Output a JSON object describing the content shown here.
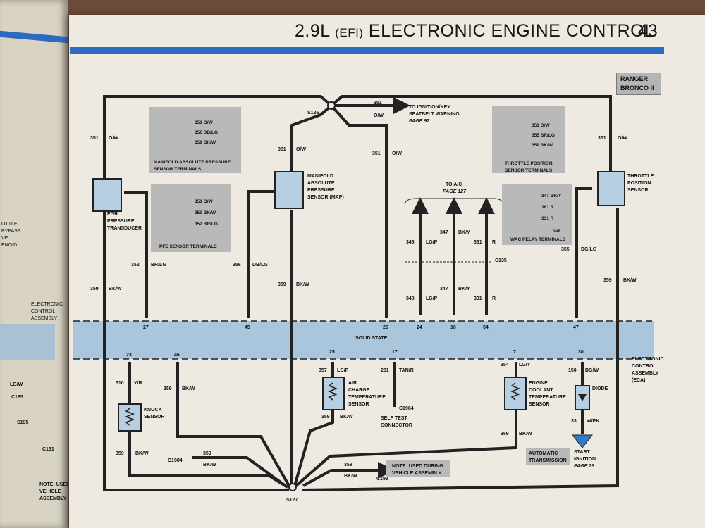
{
  "header": {
    "title_main": "2.9L",
    "title_efi": "(EFI)",
    "title_rest": "ELECTRONIC ENGINE CONTROL",
    "page_number": "43"
  },
  "badge": {
    "line1": "RANGER",
    "line2": "BRONCO II"
  },
  "left_page": {
    "labels": [
      "OTTLE",
      "BYPASS",
      "VE",
      "ENOID",
      "ELECTRONIC",
      "CONTROL",
      "ASSEMBLY",
      "LG/W",
      "C185",
      "S195",
      "C131",
      "NOTE: USED",
      "VEHICLE",
      "ASSEMBLY"
    ]
  },
  "splices": {
    "s126": "S126",
    "s127": "S127"
  },
  "ignition": {
    "wire": "351",
    "color": "O/W",
    "text1": "TO IGNITION/KEY",
    "text2": "SEATBELT WARNING",
    "page": "PAGE 97"
  },
  "map_terminals": {
    "t1": "351 O/W",
    "t2": "356 DB/LG",
    "t3": "359 BK/W",
    "caption1": "MANIFOLD ABSOLUTE PRESSURE",
    "caption2": "SENSOR TERMINALS"
  },
  "pfe_terminals": {
    "t1": "351 O/W",
    "t2": "359 BK/W",
    "t3": "352 BR/LG",
    "caption": "PFE SENSOR TERMINALS"
  },
  "tps_terminals": {
    "t1": "351 O/W",
    "t2": "355 BR/LG",
    "t3": "359 BK/W",
    "caption1": "THROTTLE POSITION",
    "caption2": "SENSOR TERMINALS"
  },
  "wac_terminals": {
    "t1": "347 BK/Y",
    "t2": "361 R",
    "t3": "331 R",
    "t4": "348",
    "caption": "WAC RELAY TERMINALS"
  },
  "egr": {
    "name1": "EGR",
    "name2": "PRESSURE",
    "name3": "TRANSDUCER",
    "w351": "351",
    "c351": "O/W",
    "w352": "352",
    "c352": "BR/LG",
    "w359": "359",
    "c359": "BK/W"
  },
  "map_sensor": {
    "name1": "MANIFOLD",
    "name2": "ABSOLUTE",
    "name3": "PRESSURE",
    "name4": "SENSOR (MAP)",
    "w351": "351",
    "c351": "O/W",
    "w356": "356",
    "c356": "DB/LG",
    "w359": "359",
    "c359": "BK/W"
  },
  "wire351_center": {
    "num": "351",
    "color": "O/W"
  },
  "ac": {
    "to": "TO A/C",
    "page": "PAGE 127",
    "w348": "348",
    "c348": "LG/P",
    "w347": "347",
    "c347": "BK/Y",
    "w331": "331",
    "c331": "R",
    "connector": "C135"
  },
  "tps": {
    "name1": "THROTTLE",
    "name2": "POSITION",
    "name3": "SENSOR",
    "w351": "351",
    "c351": "O/W",
    "w355": "355",
    "c355": "DG/LG",
    "w359": "359",
    "c359": "BK/W"
  },
  "eca": {
    "label": "SOLID STATE",
    "name1": "ELECTRONIC",
    "name2": "CONTROL",
    "name3": "ASSEMBLY",
    "name4": "(ECA)",
    "pins_top": [
      "27",
      "45",
      "26",
      "24",
      "10",
      "54",
      "47"
    ],
    "pins_bottom": [
      "23",
      "46",
      "25",
      "17",
      "7",
      "30"
    ]
  },
  "knock": {
    "name1": "KNOCK",
    "name2": "SENSOR",
    "w310": "310",
    "c310": "Y/R",
    "w359": "359",
    "c359": "BK/W"
  },
  "pin46": {
    "w": "359",
    "c": "BK/W"
  },
  "act": {
    "name1": "AIR",
    "name2": "CHARGE",
    "name3": "TEMPERATURE",
    "name4": "SENSOR",
    "w357": "357",
    "c357": "LG/P",
    "w359": "359",
    "c359": "BK/W"
  },
  "selftest": {
    "w": "201",
    "c": "TAN/R",
    "conn": "C1984",
    "name1": "SELF TEST",
    "name2": "CONNECTOR"
  },
  "ect": {
    "name1": "ENGINE",
    "name2": "COOLANT",
    "name3": "TEMPERATURE",
    "name4": "SENSOR",
    "w354": "354",
    "c354": "LG/Y",
    "w359": "359",
    "c359": "BK/W"
  },
  "auto_trans": {
    "line1": "AUTOMATIC",
    "line2": "TRANSMISSION"
  },
  "diode": {
    "name": "DIODE",
    "w150": "150",
    "c150": "DG/W",
    "w33": "33",
    "c33": "W/PK",
    "start1": "START",
    "start2": "IGNITION",
    "page": "PAGE 29"
  },
  "c1984_lower": {
    "conn": "C1984",
    "w": "359",
    "c": "BK/W"
  },
  "note": {
    "w": "359",
    "c": "BK/W",
    "conn": "C199",
    "line1": "NOTE: USED DURING",
    "line2": "VEHICLE ASSEMBLY"
  }
}
